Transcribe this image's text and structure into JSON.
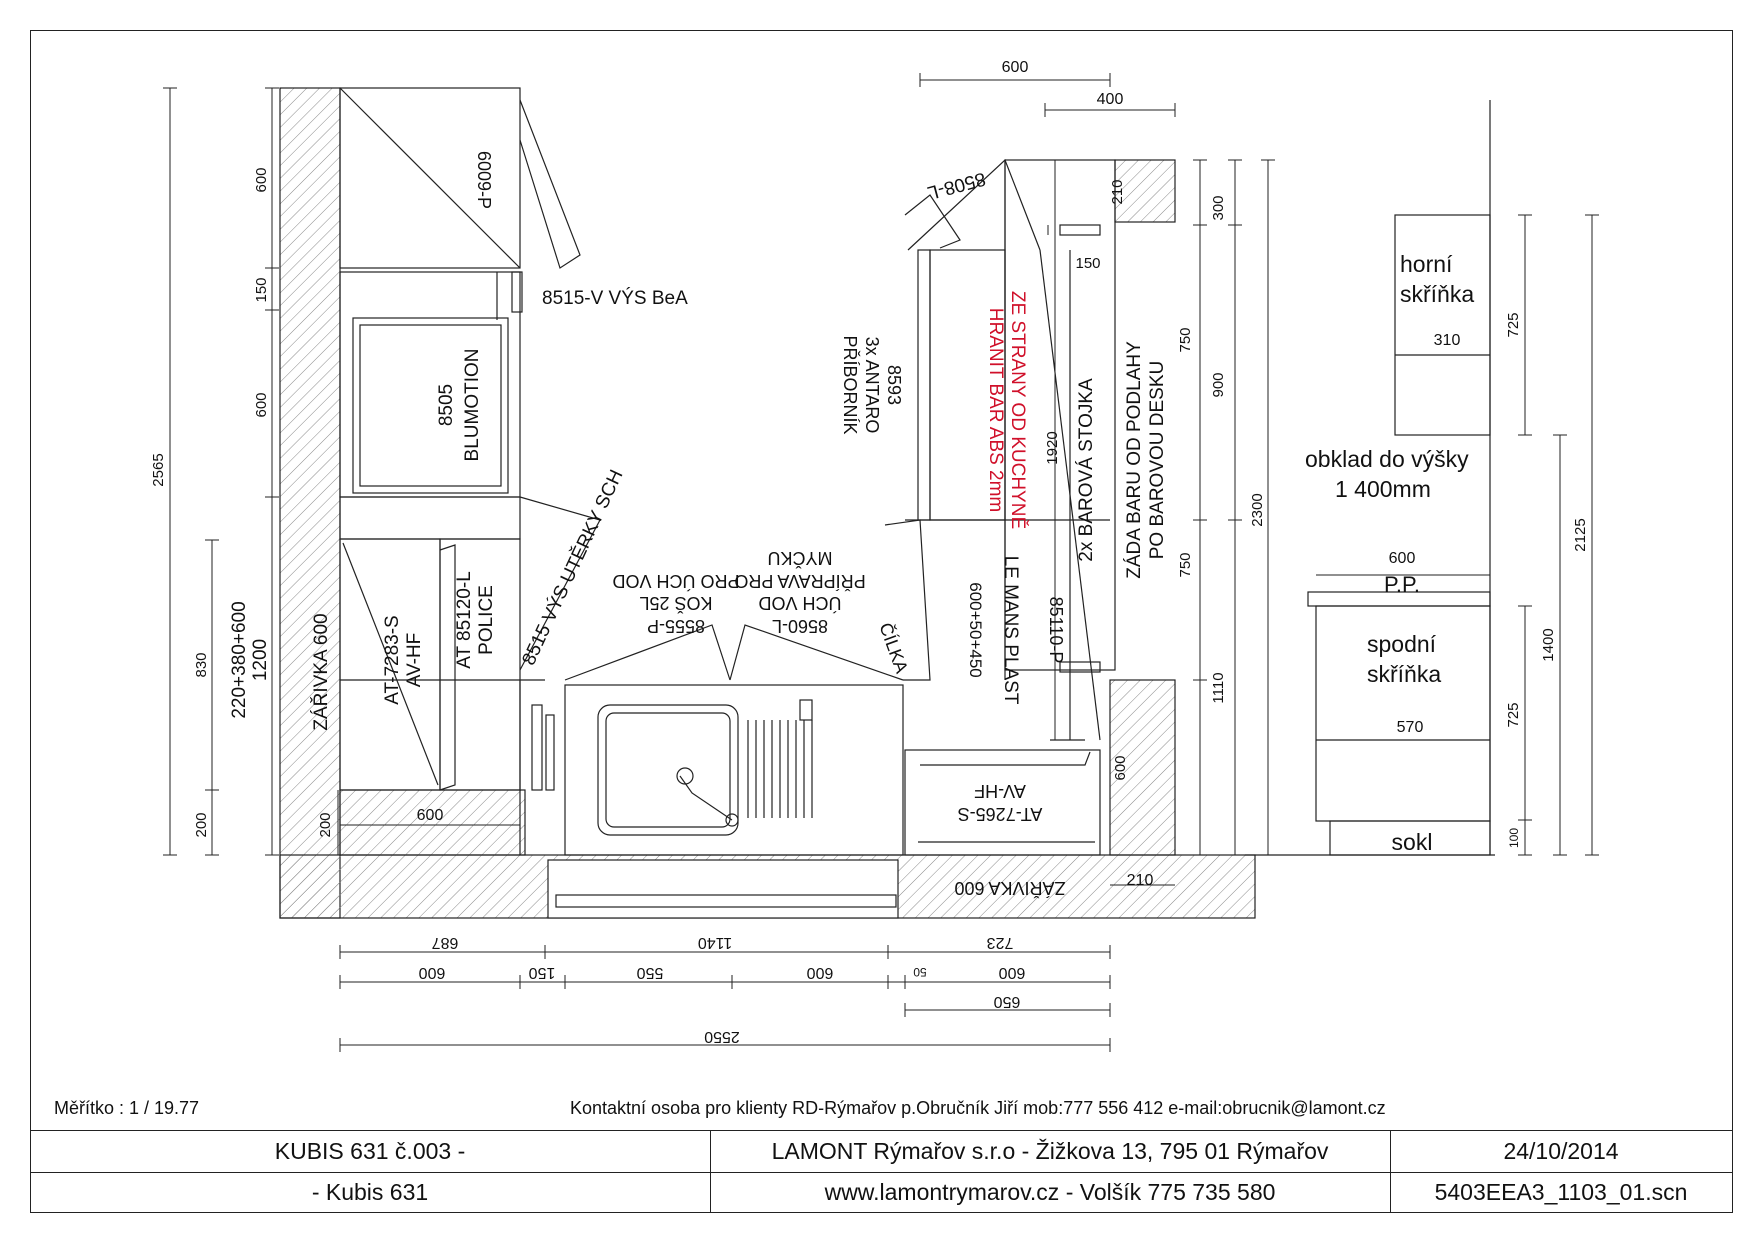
{
  "plan": {
    "left_wall": {
      "cabinet_top": "6009-P",
      "spacer": "8515-V VÝS BeA",
      "oven_code": "8505",
      "oven_name": "BLUMOTION",
      "fridge_code": "AT-7283-S",
      "fridge_name": "AV-HF",
      "shelf_code": "AT 85120-L",
      "shelf_name": "POLICE",
      "towel": "8515 VÝS UTĚRKY SCH",
      "lamp": "ZÁŘIVKA 600",
      "dim_top": "600",
      "dim_gap": "150",
      "dim_mid": "600",
      "dim_total": "2565",
      "dim_830": "830",
      "dim_1200": "1200",
      "dim_220": "220+380+600",
      "dim_200a": "200",
      "dim_200b": "200",
      "dim_600_base": "600"
    },
    "sink_area": {
      "bin_code": "8555-P",
      "bin_name": "KOŠ 25L",
      "bin_note": "PRO ÚCH VOD",
      "dw_code": "8560-L",
      "dw_name": "ÚCH VOD",
      "dw_note": "PŘÍPRAVA PRO",
      "dw_note2": "MYČKU",
      "lamp": "ZÁŘIVKA 600",
      "dim_210": "210",
      "dim_210b": "210"
    },
    "right_wall": {
      "top_cab": "8508-L",
      "drawer_code": "8593",
      "drawer_name": "3x ANTARO",
      "drawer_note": "PŘÍBORNÍK",
      "note_red_1": "ZE STRANY OD KUCHYNĚ",
      "note_red_2": "HRANIT BAR ABS 2mm",
      "plinth": "ČÍLKA",
      "base_code": "85110-P",
      "base_name": "LE MANS PLAST",
      "base_dims": "600+50+450",
      "fridge2_code": "AT-7265-S",
      "fridge2_name": "AV-HF",
      "bar_legs": "2x BAROVÁ STOJKA",
      "bar_back_1": "ZÁDA BARU OD PODLAHY",
      "bar_back_2": "PO BAROVOU DESKU",
      "dim_1920": "1920",
      "dim_150": "150",
      "dim_600_top": "600",
      "dim_400_top": "400",
      "dim_210_top": "210",
      "dim_300": "300",
      "dim_750a": "750",
      "dim_900": "900",
      "dim_750b": "750",
      "dim_2300": "2300",
      "dim_1110": "1110",
      "dim_600_side": "600"
    },
    "bottom_dims": {
      "r1": [
        "687",
        "1140",
        "723"
      ],
      "r2": [
        "600",
        "150",
        "550",
        "600",
        "50",
        "600"
      ],
      "r3": "650",
      "r4": "2550"
    },
    "section": {
      "upper_1": "horní",
      "upper_2": "skříňka",
      "upper_depth": "310",
      "upper_h": "725",
      "tile_1": "obklad do výšky",
      "tile_2": "1 400mm",
      "depth_600": "600",
      "worktop": "P.P.",
      "lower_1": "spodní",
      "lower_2": "skříňka",
      "lower_depth": "570",
      "lower_h": "725",
      "plinth": "sokl",
      "plinth_h": "100",
      "dim_1400": "1400",
      "dim_2125": "2125"
    }
  },
  "footer": {
    "scale": "Měřítko : 1 / 19.77",
    "contact": "Kontaktní osoba pro klienty RD-Rýmařov p.Obručník Jiří mob:777 556 412 e-mail:obrucnik@lamont.cz",
    "project": "KUBIS 631 č.003 -",
    "company": "LAMONT Rýmařov s.r.o - Žižkova 13, 795 01 Rýmařov",
    "date": "24/10/2014",
    "subproject": "-  Kubis 631",
    "web": "www.lamontrymarov.cz - Volšík 775 735 580",
    "file": "5403EEA3_1103_01.scn"
  },
  "colors": {
    "line": "#222222",
    "note": "#d0102a",
    "hatch": "#8a8a8a"
  }
}
